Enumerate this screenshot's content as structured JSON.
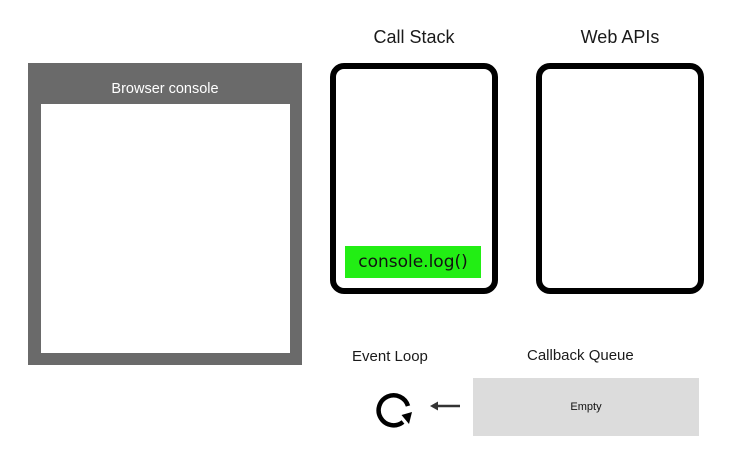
{
  "console": {
    "title": "Browser console"
  },
  "call_stack": {
    "heading": "Call Stack",
    "frames": [
      "console.log()"
    ],
    "frame_color": "#22ee14"
  },
  "web_apis": {
    "heading": "Web APIs"
  },
  "event_loop": {
    "label": "Event Loop",
    "icon": "refresh-loop-icon"
  },
  "callback_queue": {
    "label": "Callback Queue",
    "status": "Empty"
  }
}
